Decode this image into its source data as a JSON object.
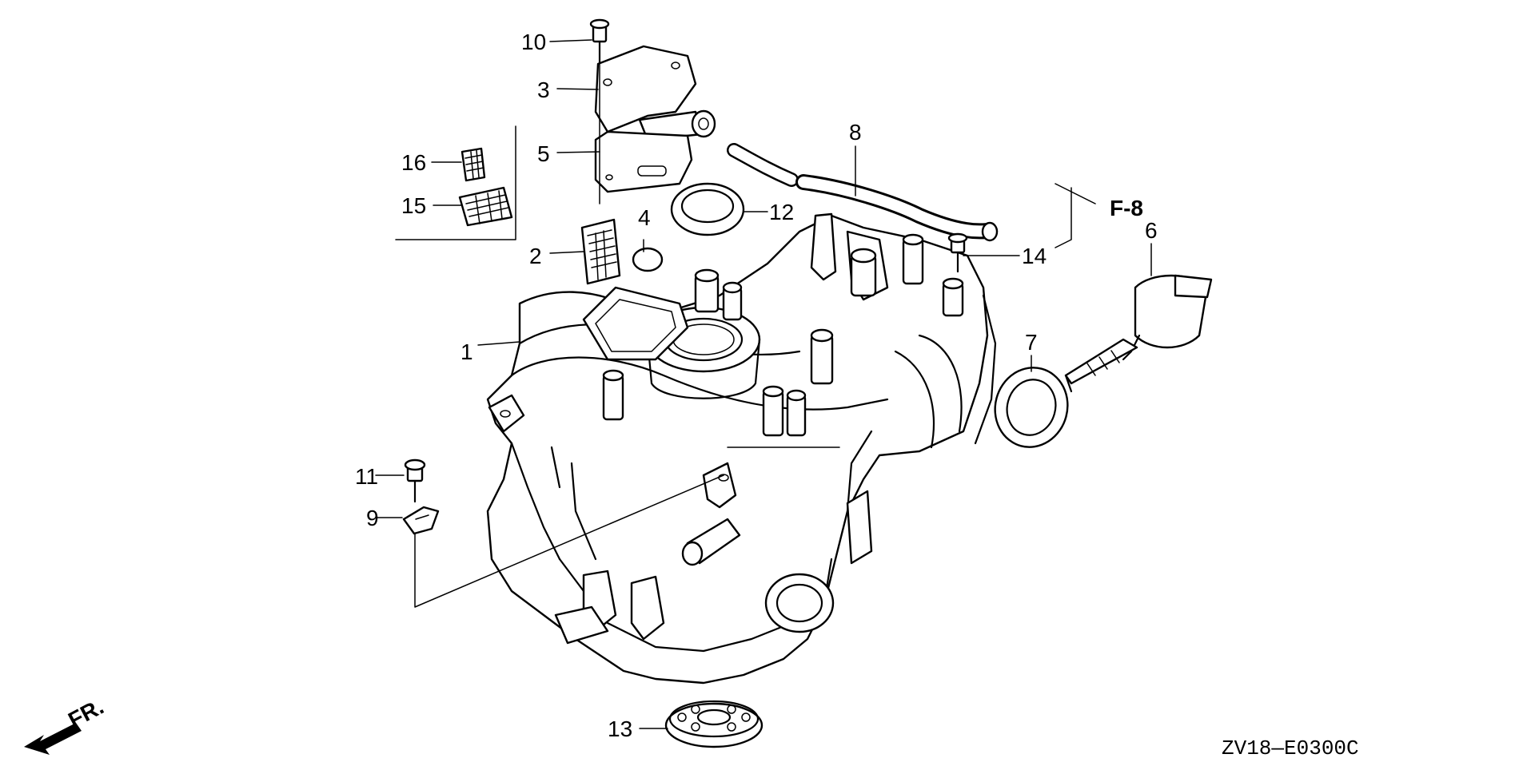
{
  "diagram": {
    "parts": [
      {
        "key": "p1",
        "label": "1"
      },
      {
        "key": "p2",
        "label": "2"
      },
      {
        "key": "p3",
        "label": "3"
      },
      {
        "key": "p4",
        "label": "4"
      },
      {
        "key": "p5",
        "label": "5"
      },
      {
        "key": "p6",
        "label": "6"
      },
      {
        "key": "p7",
        "label": "7"
      },
      {
        "key": "p8",
        "label": "8"
      },
      {
        "key": "p9",
        "label": "9"
      },
      {
        "key": "p10",
        "label": "10"
      },
      {
        "key": "p11",
        "label": "11"
      },
      {
        "key": "p12",
        "label": "12"
      },
      {
        "key": "p13",
        "label": "13"
      },
      {
        "key": "p14",
        "label": "14"
      },
      {
        "key": "p15",
        "label": "15"
      },
      {
        "key": "p16",
        "label": "16"
      }
    ],
    "reference": "F-8",
    "front_marker": "FR.",
    "drawing_code": "ZV18—E0300C"
  }
}
